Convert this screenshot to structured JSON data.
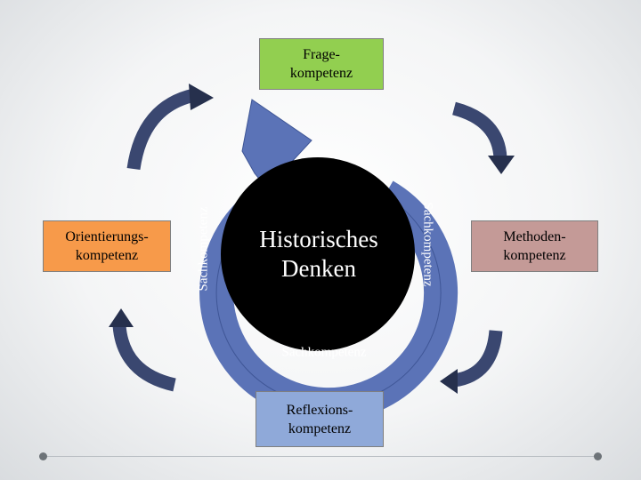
{
  "center": {
    "title": "Historisches\nDenken"
  },
  "ring_labels": {
    "left": "Sachkompetenz",
    "right": "Sachkompetenz",
    "bottom": "Sachkompetenz"
  },
  "boxes": {
    "top": "Frage-\nkompetenz",
    "left": "Orientierungs-\nkompetenz",
    "right": "Methoden-\nkompetenz",
    "bottom": "Reflexions-\nkompetenz"
  },
  "colors": {
    "ring": "#5b73b7",
    "center": "#000000",
    "frage_box": "#92cf50",
    "orient_box": "#f79a4a",
    "methoden_box": "#c49a97",
    "reflex_box": "#8fa9d9",
    "cycle_arrows": "#1f2a44"
  }
}
